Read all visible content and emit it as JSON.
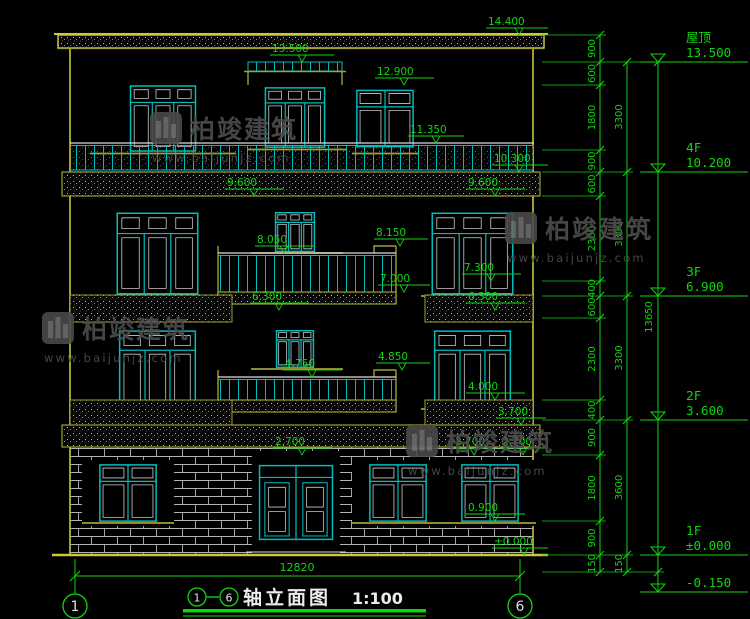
{
  "watermark": {
    "brand": "柏竣建筑",
    "url": "www.baijunjz.com"
  },
  "title": {
    "axis_left": "1",
    "axis_right": "6",
    "name": "轴立面图",
    "scale": "1:100"
  },
  "bubbles": {
    "left": "1",
    "right": "6"
  },
  "dims": {
    "bottom_width": "12820",
    "inner": [
      "900",
      "600",
      "1800",
      "900",
      "600",
      "2300",
      "400",
      "600",
      "2300",
      "400",
      "900",
      "1800",
      "900",
      "150"
    ],
    "outer": [
      "3300",
      "3300",
      "3300",
      "3600",
      "150"
    ],
    "total": "13650"
  },
  "levels": {
    "m14400": "14.400",
    "m13500": "13.500",
    "m12900": "12.900",
    "m11350": "11.350",
    "m10300": "10.300",
    "m9600L": "9.600",
    "m9600R": "9.600",
    "m8050": "8.050",
    "m8150": "8.150",
    "m7300": "7.300",
    "m7000": "7.000",
    "m6300L": "6.300",
    "m6300R": "6.300",
    "m4750": "4.750",
    "m4850": "4.850",
    "m4000": "4.000",
    "m3700": "3.700",
    "m2700A": "2.700",
    "m2700B": "2.700",
    "m2700C": "2.700",
    "m0900": "0.900",
    "m0000": "±0.000"
  },
  "floors": [
    {
      "name": "屋顶",
      "elev": "13.500"
    },
    {
      "name": "4F",
      "elev": "10.200"
    },
    {
      "name": "3F",
      "elev": "6.900"
    },
    {
      "name": "2F",
      "elev": "3.600"
    },
    {
      "name": "1F",
      "elev": "±0.000"
    },
    {
      "name": "",
      "elev": "-0.150"
    }
  ],
  "colors": {
    "background": "#000000",
    "wall_line": "#a0a030",
    "bright_line": "#c9c93a",
    "window_frame": "#00bcbc",
    "dimension_green": "#0fd60f",
    "white_line": "#dcdcdc",
    "watermark_gray": "#4d4d4d"
  }
}
